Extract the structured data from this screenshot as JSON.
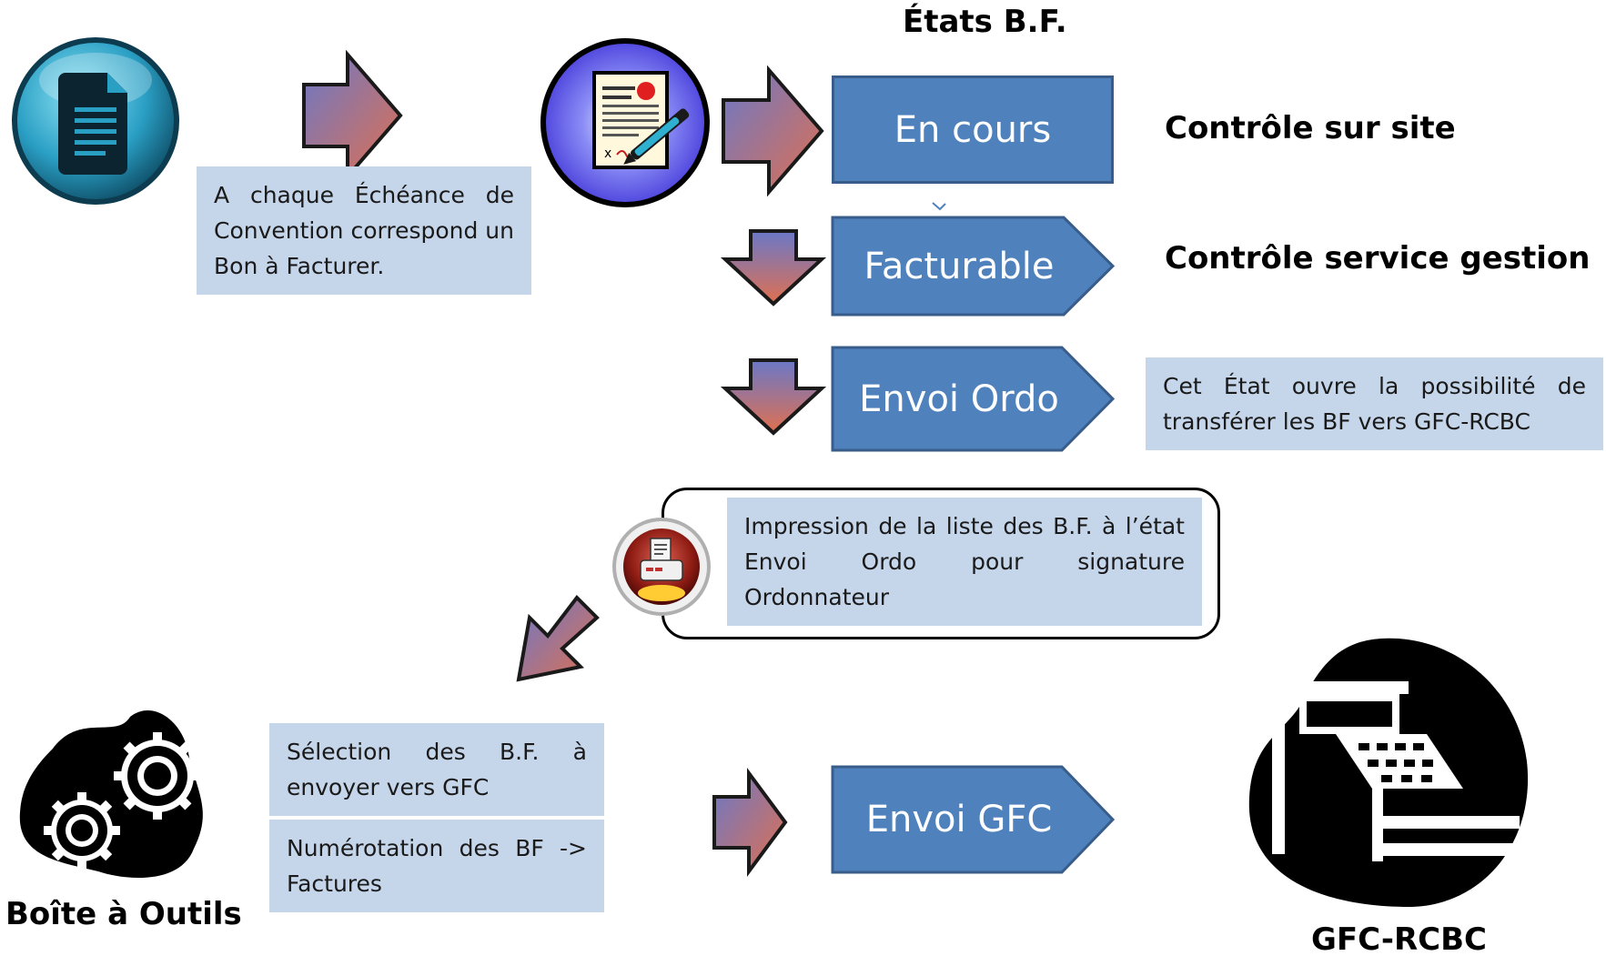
{
  "diagram_title": "États B.F.",
  "intro_note": "A chaque Échéance de Convention correspond un Bon à Facturer.",
  "states": {
    "en_cours": "En cours",
    "facturable": "Facturable",
    "envoi_ordo": "Envoi Ordo",
    "envoi_gfc": "Envoi GFC"
  },
  "controls": {
    "site": "Contrôle sur site",
    "gestion": "Contrôle service gestion"
  },
  "envoi_ordo_note": "Cet État ouvre la possibilité de transférer les BF vers GFC-RCBC",
  "print_note": "Impression de la liste des B.F. à l’état Envoi Ordo pour signature Ordonnateur",
  "toolbox": {
    "label": "Boîte à Outils",
    "selection_note": "Sélection des B.F. à envoyer vers GFC",
    "numbering_note": "Numérotation des BF -> Factures"
  },
  "gfc_label": "GFC-RCBC",
  "colors": {
    "state_fill": "#4f81bd",
    "state_border": "#385d8a",
    "note_fill": "#c5d5ea",
    "arrow_gradient_start": "#6a78c8",
    "arrow_gradient_end": "#e07050"
  },
  "icons": [
    "document-icon",
    "signed-contract-icon",
    "printer-icon",
    "gears-icon",
    "cash-register-icon"
  ]
}
